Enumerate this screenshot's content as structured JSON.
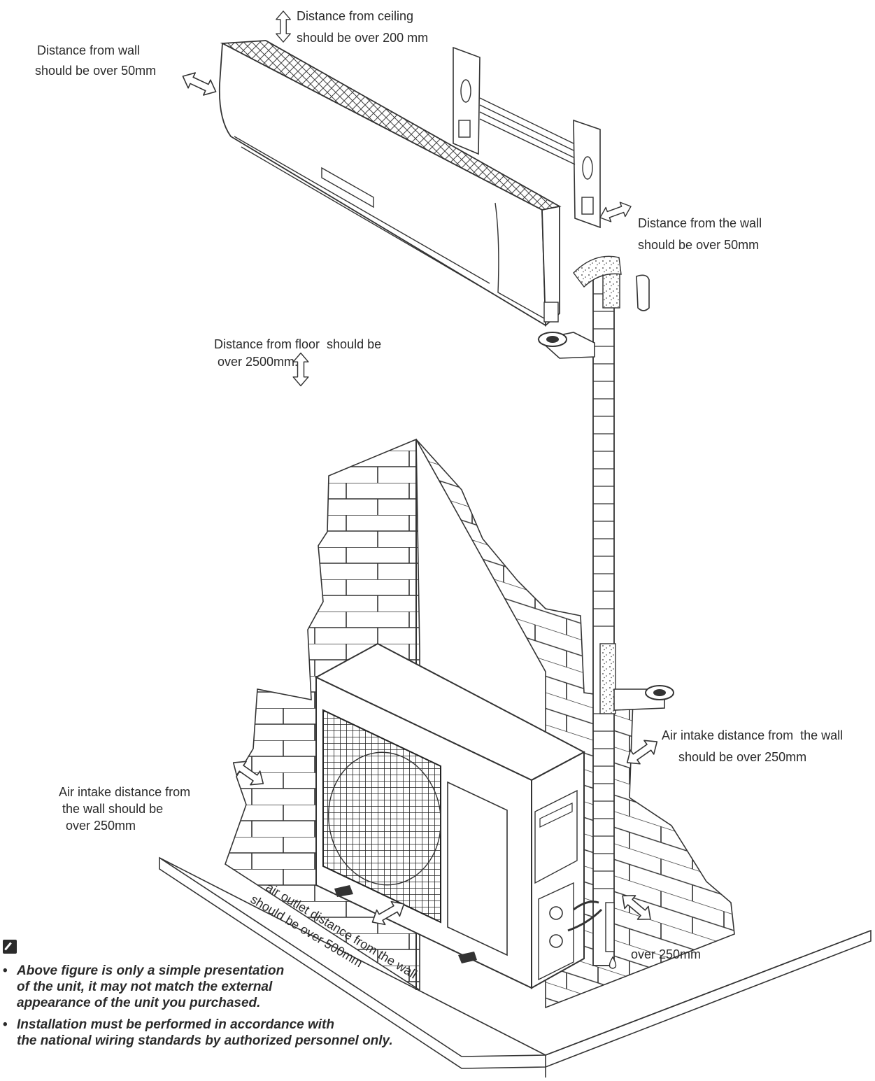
{
  "labels": {
    "ceiling": [
      "Distance from ceiling",
      "should be over 200 mm"
    ],
    "wall_left": [
      "Distance from wall",
      "should be over 50mm"
    ],
    "wall_right": [
      "Distance from the wall",
      "should be over 50mm"
    ],
    "floor": [
      "Distance from floor  should be",
      " over 2500mm."
    ],
    "intake_left": [
      "Air intake distance from",
      " the wall should be",
      "  over 250mm"
    ],
    "intake_right": [
      "Air intake distance from  the wall",
      "should be over 250mm"
    ],
    "outlet": [
      "air outlet distance from the wall",
      "should be over 500mm"
    ],
    "side": "over 250mm"
  },
  "notes": [
    [
      "Above figure is only a simple presentation",
      "of the unit, it may not match the external",
      "appearance of the unit you purchased."
    ],
    [
      "Installation must be performed in accordance with",
      "the national wiring standards by authorized personnel only."
    ]
  ]
}
